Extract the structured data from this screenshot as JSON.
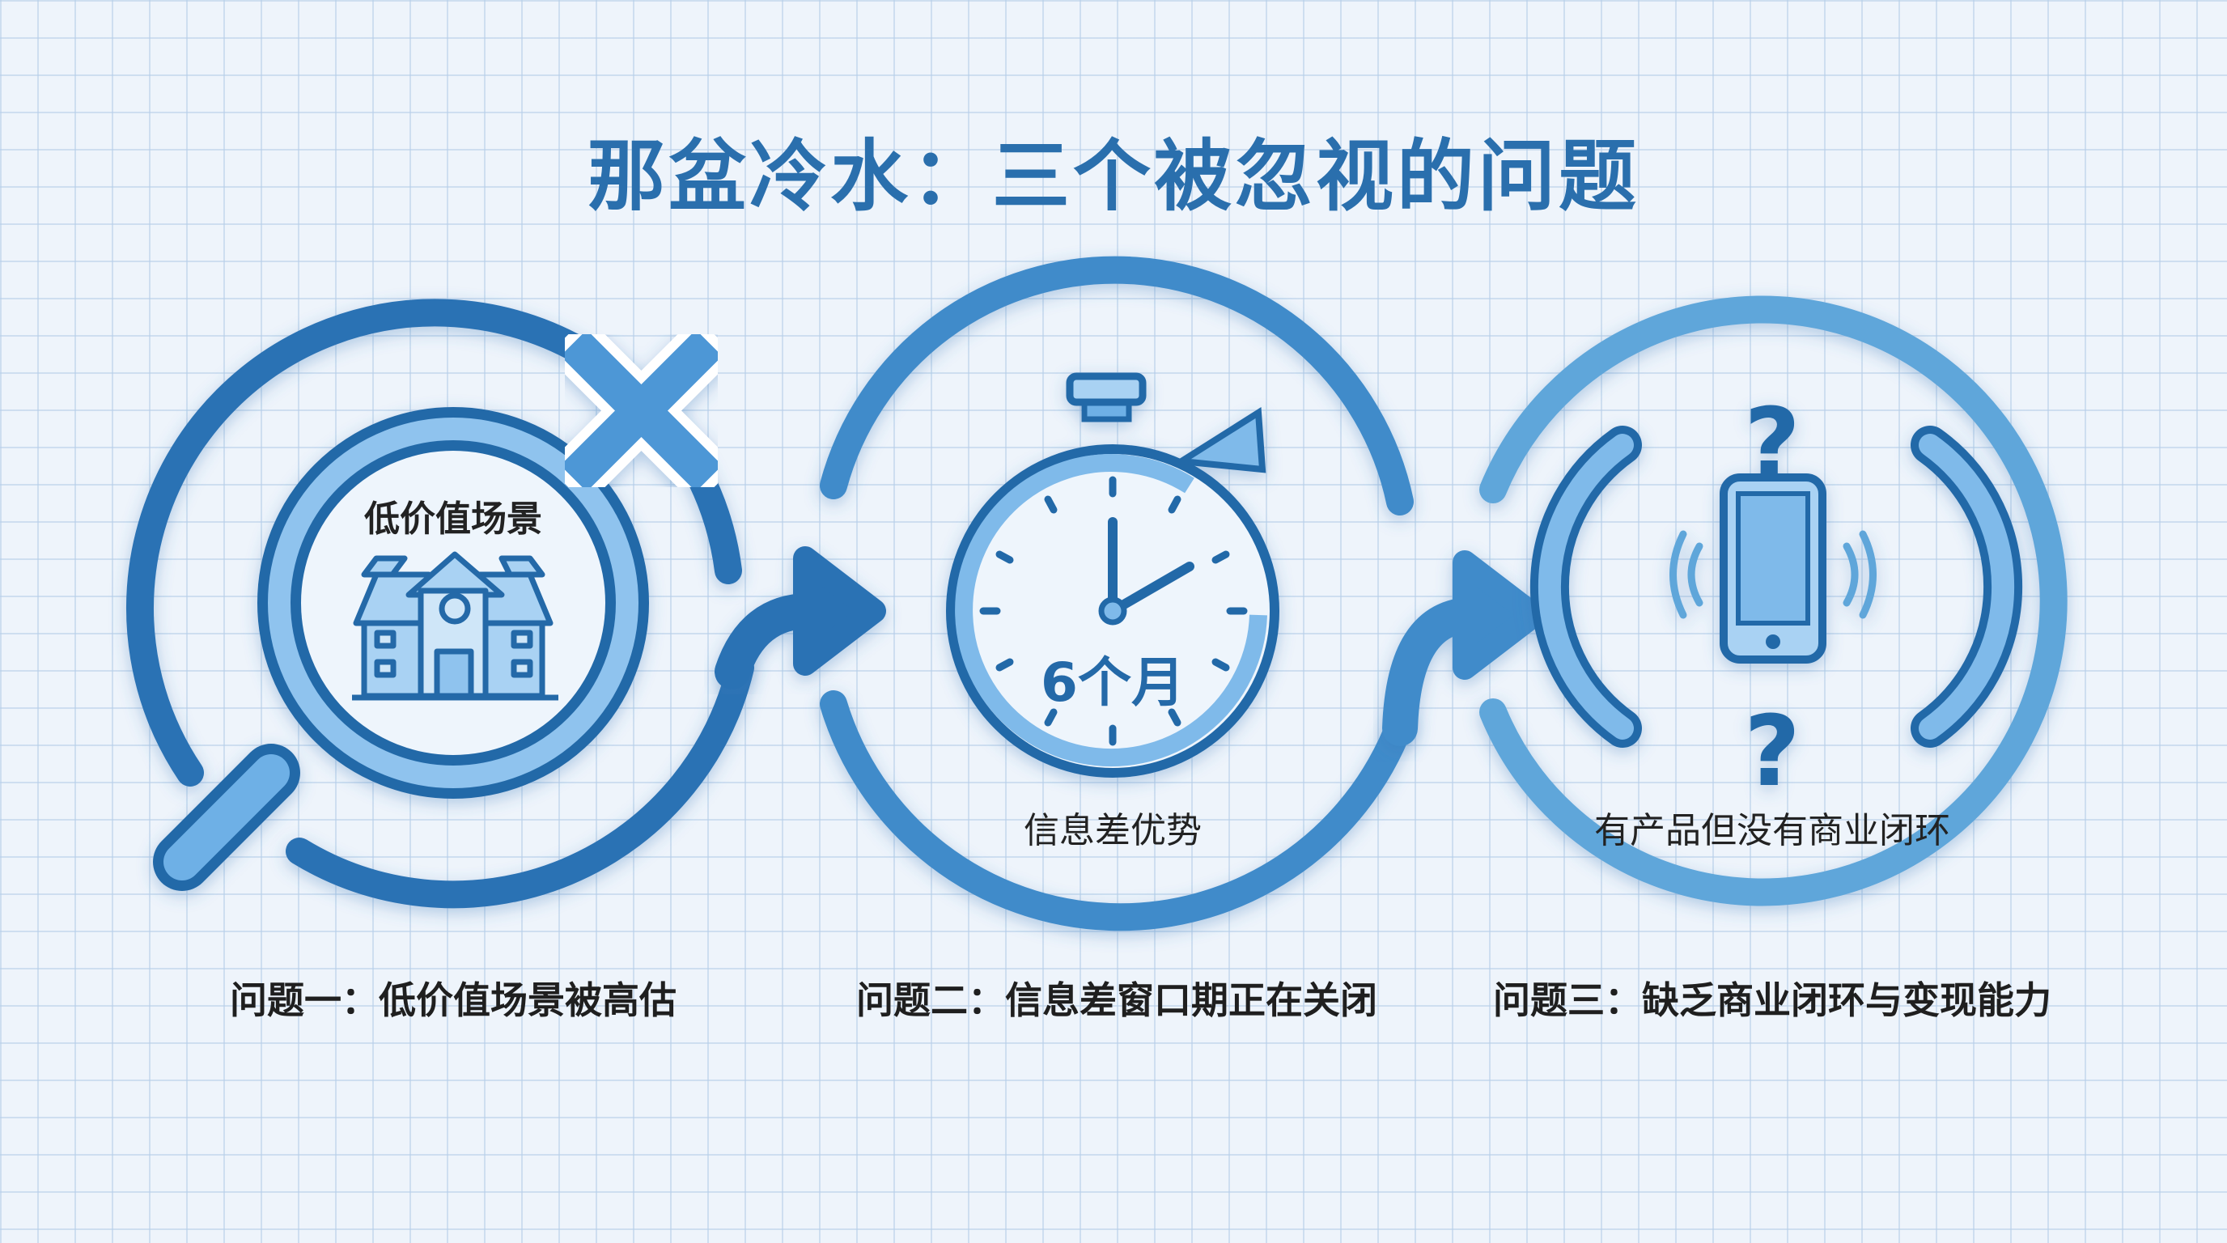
{
  "title": "那盆冷水：三个被忽视的问题",
  "colors": {
    "primary": "#2a6fad",
    "light": "#62a8e0",
    "pale": "#a9d2f3",
    "text": "#1f1f1f"
  },
  "panels": [
    {
      "icon": "magnifier-school-icon",
      "inner_label": "低价值场景",
      "caption": "问题一：低价值场景被高估",
      "badge": "x-mark-icon"
    },
    {
      "icon": "stopwatch-icon",
      "inner_label": "6个月",
      "sub_label": "信息差优势",
      "caption": "问题二：信息差窗口期正在关闭"
    },
    {
      "icon": "phone-question-icon",
      "inner_label": "有产品但没有商业闭环",
      "caption": "问题三：缺乏商业闭环与变现能力"
    }
  ],
  "connectors": [
    "arrow-right-icon",
    "arrow-right-icon"
  ]
}
